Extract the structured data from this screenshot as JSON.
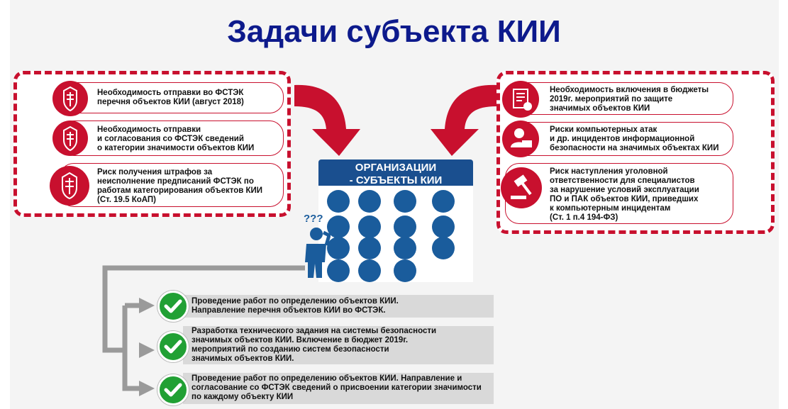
{
  "title": "Задачи субъекта КИИ",
  "left_items": [
    {
      "text": "Необходимость отправки во ФСТЭК\nперечня объектов КИИ (август 2018)",
      "icon": "fstek-emblem-icon"
    },
    {
      "text": "Необходимость отправки\nи согласования со ФСТЭК сведений\nо категории значимости объектов КИИ",
      "icon": "fstek-emblem-icon"
    },
    {
      "text": "Риск получения штрафов за\nнеисполнение предписаний ФСТЭК по\nработам категорирования объектов КИИ\n(Ст. 19.5 КоАП)",
      "icon": "fstek-emblem-icon"
    }
  ],
  "right_items": [
    {
      "text": "Необходимость включения в бюджеты\n2019г. мероприятий по защите\nзначимых объектов КИИ",
      "icon": "budget-document-icon"
    },
    {
      "text": "Риски компьютерных атак\nи др. инцидентов информационной\nбезопасности на значимых объектах КИИ",
      "icon": "hacker-icon"
    },
    {
      "text": "Риск наступления уголовной\nответственности для специалистов\nза нарушение условий эксплуатации\nПО и ПАК  объектов КИИ, приведших\nк компьютерным инцидентам\n(Ст. 1 п.4 194-ФЗ)",
      "icon": "gavel-icon"
    }
  ],
  "org": {
    "heading": "ОРГАНИЗАЦИИ\n- СУБЪЕКТЫ КИИ",
    "icons": [
      "medical-icon",
      "telecom-tower-icon",
      "tank-icon",
      "chemistry-icon",
      "bank-icon",
      "energy-icon",
      "rocket-icon",
      "factory-icon",
      "finance-icon",
      "nuclear-plant-icon",
      "mining-icon",
      "atom-icon",
      "transport-icon",
      "education-icon",
      "metallurgy-icon"
    ]
  },
  "person": {
    "marks": "???",
    "icon": "confused-person-icon"
  },
  "tasks": [
    "Проведение работ по определению объектов КИИ.\nНаправление перечня объектов КИИ во ФСТЭК.",
    "Разработка технического задания на системы безопасности\nзначимых объектов КИИ. Включение в бюджет 2019г.\nмероприятий по созданию систем безопасности\nзначимых объектов КИИ.",
    "Проведение работ по определению объектов КИИ. Направление и\nсогласование со ФСТЭК сведений о присвоении категории значимости\nпо каждому объекту КИИ"
  ],
  "colors": {
    "accent_red": "#c8102e",
    "title_blue": "#0d1a8c",
    "org_blue": "#1a4f8f",
    "check_green": "#21a034",
    "connector_gray": "#9a9a9a"
  }
}
